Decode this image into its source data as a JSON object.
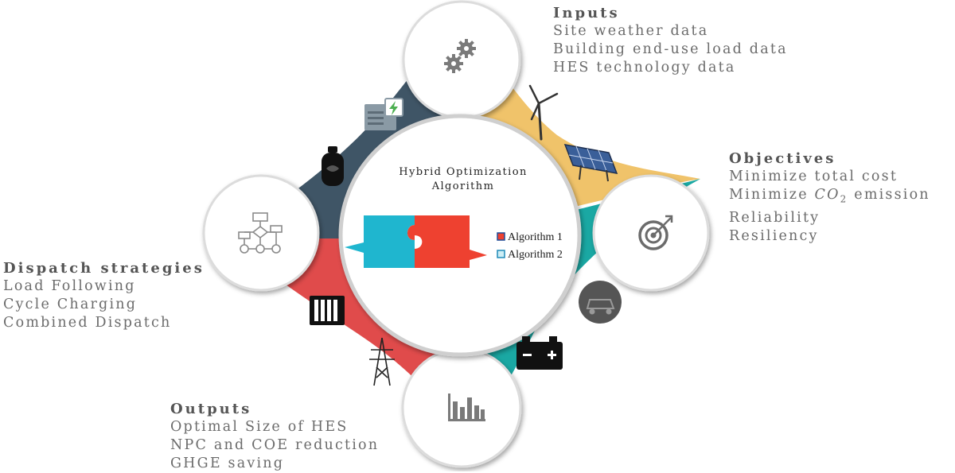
{
  "center": {
    "title_line1": "Hybrid Optimization",
    "title_line2": "Algorithm",
    "legend": [
      "Algorithm 1",
      "Algorithm 2"
    ]
  },
  "inputs": {
    "heading": "Inputs",
    "items": [
      "Site weather data",
      "Building end-use load data",
      "HES technology data"
    ]
  },
  "objectives": {
    "heading": "Objectives",
    "item1": "Minimize total cost",
    "item2_prefix": "Minimize ",
    "item2_formula": "CO",
    "item2_subscript": "2",
    "item2_suffix": " emission",
    "item3": "Reliability",
    "item4": "Resiliency"
  },
  "dispatch": {
    "heading": "Dispatch strategies",
    "items": [
      "Load Following",
      "Cycle Charging",
      "Combined Dispatch"
    ]
  },
  "outputs": {
    "heading": "Outputs",
    "items": [
      "Optimal Size of HES",
      "NPC and COE reduction",
      "GHGE saving"
    ]
  },
  "colors": {
    "inputs_segment": "#f0c36a",
    "objectives_segment": "#1aa8a3",
    "outputs_segment": "#e04b4b",
    "dispatch_segment": "#3f5566",
    "puzzle_left": "#1fb6cf",
    "puzzle_right": "#ee4130",
    "icon_gray": "#7a7a7a"
  },
  "icons": [
    "gears-icon",
    "wind-turbine-icon",
    "solar-panel-icon",
    "target-icon",
    "electric-car-icon",
    "battery-icon",
    "bar-chart-icon",
    "transmission-tower-icon",
    "radiator-icon",
    "flowchart-icon",
    "gas-cylinder-icon",
    "generator-icon"
  ]
}
